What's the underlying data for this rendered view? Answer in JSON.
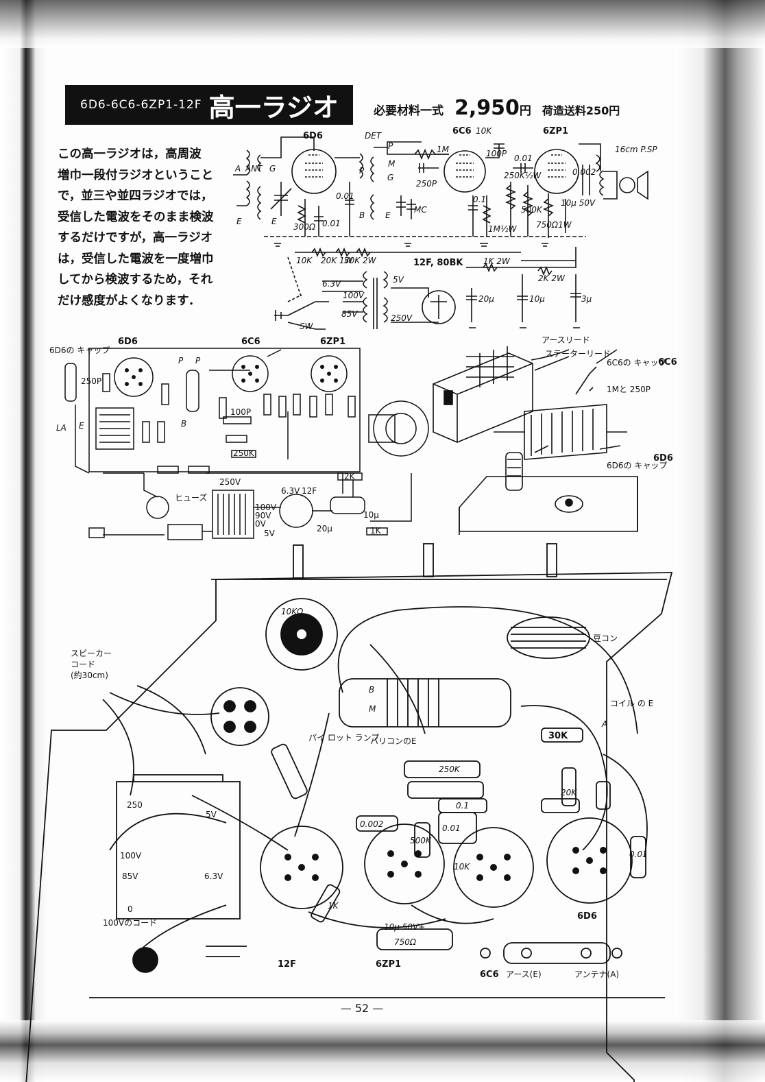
{
  "title": {
    "tubes": "6D6-6C6-6ZP1-12F",
    "name": "高一ラジオ"
  },
  "price": {
    "label": "必要材料一式",
    "value": "2,950",
    "unit": "円",
    "shipping": "荷造送料250円"
  },
  "intro_lines": [
    "この高一ラジオは，高周波",
    "増巾一段付ラジオということ",
    "で，並三や並四ラジオでは，",
    "受信した電波をそのまま検波",
    "するだけですが，高一ラジオ",
    "は，受信した電波を一度増巾",
    "してから検波するため，それ",
    "だけ感度がよくなります．"
  ],
  "schematic": {
    "tubes": {
      "rf": "6D6",
      "det_label": "DET",
      "det": "6C6",
      "power": "6ZP1"
    },
    "rectifier": "12F, 80BK",
    "speaker": "16cm P.SP",
    "labels": {
      "a": "A",
      "ant": "ANT",
      "g1": "G",
      "e1": "E",
      "e2": "E",
      "p1": "P",
      "b1": "B",
      "g2": "G",
      "e3": "E",
      "p2": "P",
      "m": "M",
      "c_250p": "250P",
      "c_mc": "MC",
      "r_1m": "1M",
      "r_10k_top": "10K",
      "c_100p": "100P",
      "c_001_a": "0.01",
      "c_001_b": "0.01",
      "c_001_c": "0.01",
      "c_0002": "0.002",
      "r_300": "300Ω",
      "r_1m_half": "1M½W",
      "c_01": "0.1",
      "r_250k": "250K½W",
      "r_500k": "500K",
      "r_750": "750Ω1W",
      "c_10u_50v": "10μ 50V",
      "r_10k": "10K",
      "r_20k": "20K 1W",
      "r_30k": "30K 2W",
      "r_1k": "1K 2W",
      "r_2k": "2K 2W",
      "v63": "6.3V",
      "v5": "5V",
      "v100": "100V",
      "v85": "85V",
      "v250": "250V",
      "sw": "SW",
      "c_20u": "20μ",
      "c_10u": "10μ",
      "c_3u": "3μ"
    }
  },
  "wiring": {
    "tubes": [
      "6D6",
      "6C6",
      "6ZP1"
    ],
    "labels": {
      "cap_6d6": "6D6の キャップ",
      "c250p": "250P",
      "la": "LA",
      "e": "E",
      "p1": "P",
      "p2": "P",
      "b": "B",
      "c100p": "100P",
      "r250k": "250K",
      "fuse": "ヒューズ",
      "v63": "6.3V",
      "v250": "250V",
      "v100": "100V",
      "v90": "90V",
      "v0": "0V",
      "v5": "5V",
      "t12f": "12F",
      "c10u": "10μ",
      "c20u": "20μ",
      "r1k": "1K",
      "r2k": "2K"
    }
  },
  "chassis_top": {
    "earth_lead": "アースリード",
    "stator_lead": "ステーターリード",
    "cap_6c6": "6C6の キャップ",
    "r1m_c250p": "1Mと 250P",
    "tube_6c6": "6C6",
    "tube_6d6": "6D6",
    "cap_6d6": "6D6の キャップ"
  },
  "chassis_bottom": {
    "vol": "10KΩ",
    "bean_cond": "豆コン",
    "speaker_cord": [
      "スピーカー",
      "コード",
      "(約30cm)"
    ],
    "coil_e": "コイル の E",
    "pilot": "パイ ロット ランプ",
    "variable_e": "バリコンのE",
    "b": "B",
    "m": "M",
    "a": "A",
    "r30k": "30K",
    "r250k": "250K",
    "c01": "0.1",
    "r20k": "20K",
    "c0002": "0.002",
    "c001a": "0.01",
    "c001b": "0.01",
    "r500k": "500K",
    "r10k": "10K",
    "r1k": "1K",
    "c10u": "10μ 50V+",
    "r750": "750Ω",
    "t_250v": "250",
    "t_5v": "5V",
    "t_100v": "100V",
    "t_85v": "85V",
    "t_63v": "6.3V",
    "t_0": "0",
    "cord": "100Vのコード",
    "tube_12f": "12F",
    "tube_6zp1": "6ZP1",
    "tube_6c6": "6C6",
    "tube_6d6": "6D6",
    "earth": "アース(E)",
    "antenna": "アンテナ(A)"
  },
  "page_number": "— 52 —"
}
